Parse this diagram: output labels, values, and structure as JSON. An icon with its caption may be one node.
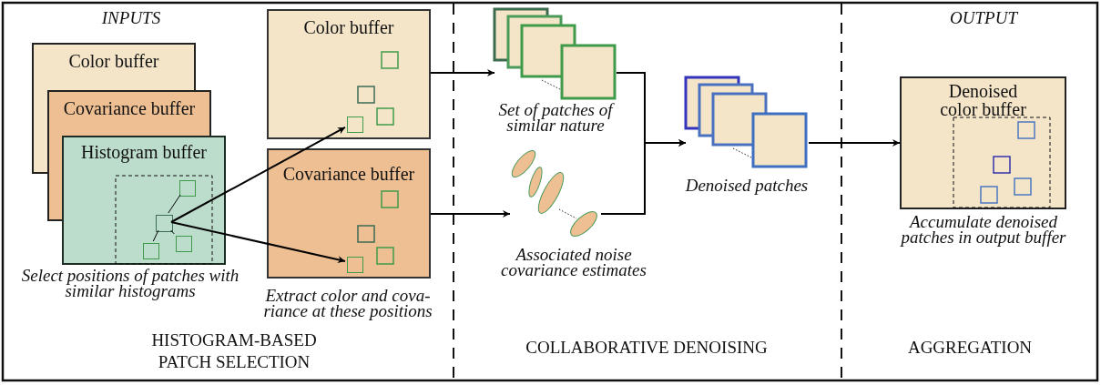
{
  "diagram": {
    "nodes": [
      {
        "text": [
          "Color buffer"
        ]
      },
      {
        "text": [
          "Covariance buffer"
        ]
      },
      {
        "text": [
          "Histogram buffer"
        ],
        "beside": [
          "Select positions of patches with similar histograms"
        ]
      },
      {
        "text": [],
        "shape": "box",
        "in": 2
      },
      {
        "text": [
          "Color buffer"
        ]
      },
      {
        "text": [
          "Covariance buffer"
        ],
        "beside": [
          "Extract color and cova- riance at these positions"
        ]
      },
      {
        "text": [],
        "shape": "box",
        "in": 4
      },
      {
        "text": [],
        "shape": "box",
        "in": 5
      },
      {
        "text": [],
        "shape": "box",
        "beside": [
          "Set of patches of similar nature"
        ]
      },
      {
        "text": [],
        "shape": "ellipse",
        "beside": [
          "Associated noise covariance estimates"
        ]
      },
      {
        "text": [],
        "shape": "box",
        "beside": [
          "Denoised patches"
        ]
      },
      {
        "text": [
          "Denoised color buffer"
        ],
        "beside": [
          "Accumulate denoised patches in output buffer"
        ]
      },
      {
        "text": [],
        "shape": "box",
        "in": 2
      },
      {
        "text": [],
        "shape": "box",
        "in": 2
      },
      {
        "text": [],
        "shape": "box",
        "in": 2
      }
    ],
    "edges": [
      {
        "from": 3,
        "to": 6,
        "arrow": "to"
      },
      {
        "from": 3,
        "to": 7,
        "arrow": "to"
      },
      {
        "from": 4,
        "to": 8,
        "arrow": "to"
      },
      {
        "from": 5,
        "to": 9,
        "arrow": "to"
      },
      {
        "from": 8,
        "to": 10,
        "arrow": "to"
      },
      {
        "from": 9,
        "to": 10,
        "arrow": "to"
      },
      {
        "from": 10,
        "to": 11,
        "arrow": "to"
      },
      {
        "from": 3,
        "to": 12,
        "arrow": "none"
      },
      {
        "from": 3,
        "to": 13,
        "arrow": "none"
      },
      {
        "from": 3,
        "to": 14,
        "arrow": "none"
      }
    ],
    "labels": [
      "INPUTS",
      "OUTPUT",
      "HISTOGRAM-BASED PATCH SELECTION",
      "COLLABORATIVE DENOISING",
      "AGGREGATION"
    ]
  }
}
